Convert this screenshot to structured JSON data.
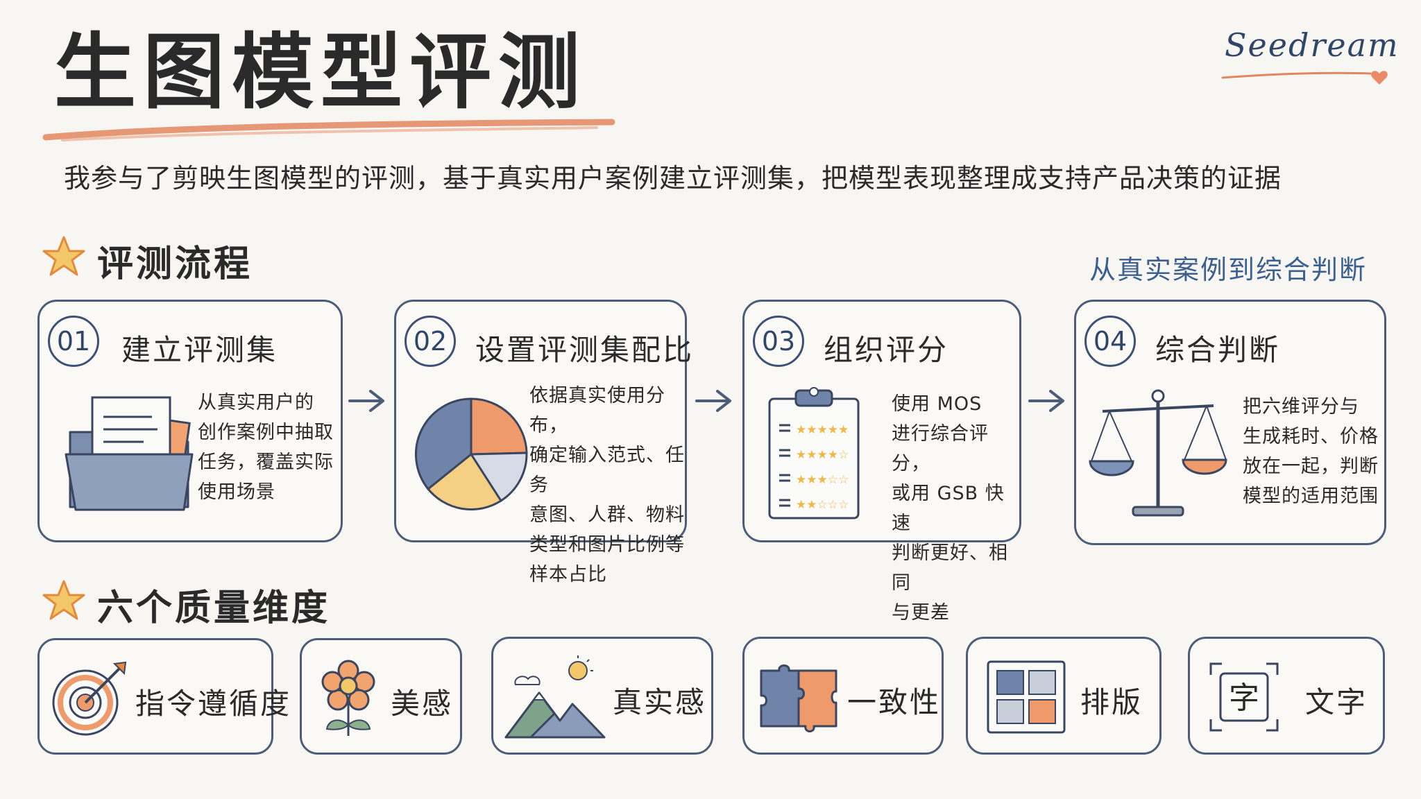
{
  "title": "生图模型评测",
  "brand": "Seedream",
  "subtitle": "我参与了剪映生图模型的评测，基于真实用户案例建立评测集，把模型表现整理成支持产品决策的证据",
  "process": {
    "heading": "评测流程",
    "tagline": "从真实案例到综合判断",
    "steps": [
      {
        "number": "01",
        "title": "建立评测集",
        "description": "从真实用户的\n创作案例中抽取\n任务，覆盖实际\n使用场景",
        "icon": "folder-documents-icon"
      },
      {
        "number": "02",
        "title": "设置评测集配比",
        "description": "依据真实使用分布，\n确定输入范式、任务\n意图、人群、物料\n类型和图片比例等\n样本占比",
        "icon": "pie-chart-icon"
      },
      {
        "number": "03",
        "title": "组织评分",
        "description": "使用 MOS\n进行综合评分，\n或用 GSB 快速\n判断更好、相同\n与更差",
        "icon": "clipboard-rating-icon"
      },
      {
        "number": "04",
        "title": "综合判断",
        "description": "把六维评分与\n生成耗时、价格\n放在一起，判断\n模型的适用范围",
        "icon": "balance-scale-icon"
      }
    ]
  },
  "dimensions": {
    "heading": "六个质量维度",
    "items": [
      {
        "label": "指令遵循度",
        "icon": "target-arrow-icon"
      },
      {
        "label": "美感",
        "icon": "flower-icon"
      },
      {
        "label": "真实感",
        "icon": "mountain-landscape-icon"
      },
      {
        "label": "一致性",
        "icon": "puzzle-icon"
      },
      {
        "label": "排版",
        "icon": "layout-grid-icon"
      },
      {
        "label": "文字",
        "icon": "character-frame-icon"
      }
    ],
    "character_glyph": "字"
  },
  "colors": {
    "accent_orange": "#e9875a",
    "accent_blue": "#5b7196",
    "accent_yellow": "#f3c86b",
    "outline": "#4d5d78",
    "tagline_blue": "#3b5f8f"
  }
}
